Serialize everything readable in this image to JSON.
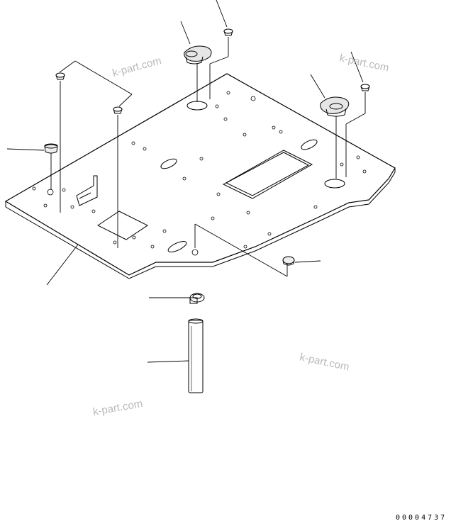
{
  "diagram": {
    "watermarks": [
      "k-part.com",
      "k-part.com",
      "k-part.com",
      "k-part.com"
    ],
    "drawing_code": "00004737",
    "colors": {
      "line": "#000000",
      "watermark": "#b9b9b9",
      "background": "#ffffff"
    }
  }
}
